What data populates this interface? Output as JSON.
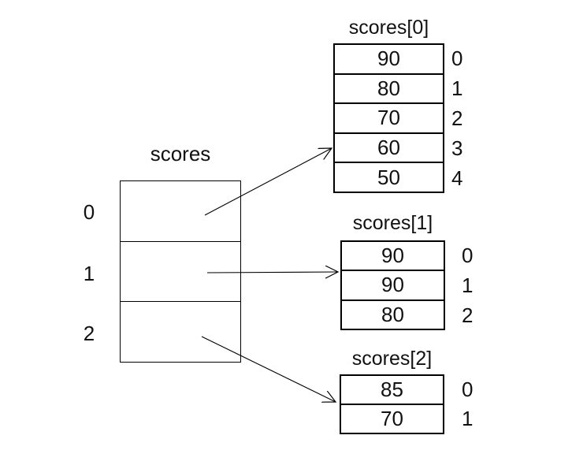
{
  "diagram": {
    "description": "Jagged array diagram: pointer array 'scores' referencing three score arrays",
    "pointer_array": {
      "title": "scores",
      "cells": 3,
      "indices": [
        "0",
        "1",
        "2"
      ]
    },
    "arrays": [
      {
        "title": "scores[0]",
        "values": [
          "90",
          "80",
          "70",
          "60",
          "50"
        ],
        "indices": [
          "0",
          "1",
          "2",
          "3",
          "4"
        ]
      },
      {
        "title": "scores[1]",
        "values": [
          "90",
          "90",
          "80"
        ],
        "indices": [
          "0",
          "1",
          "2"
        ]
      },
      {
        "title": "scores[2]",
        "values": [
          "85",
          "70"
        ],
        "indices": [
          "0",
          "1"
        ]
      }
    ],
    "arrows": [
      {
        "from": "scores cell 0",
        "to": "scores[0]"
      },
      {
        "from": "scores cell 1",
        "to": "scores[1]"
      },
      {
        "from": "scores cell 2",
        "to": "scores[2]"
      }
    ],
    "colors": {
      "line": "#000000",
      "text": "#111111",
      "background": "#ffffff"
    }
  }
}
